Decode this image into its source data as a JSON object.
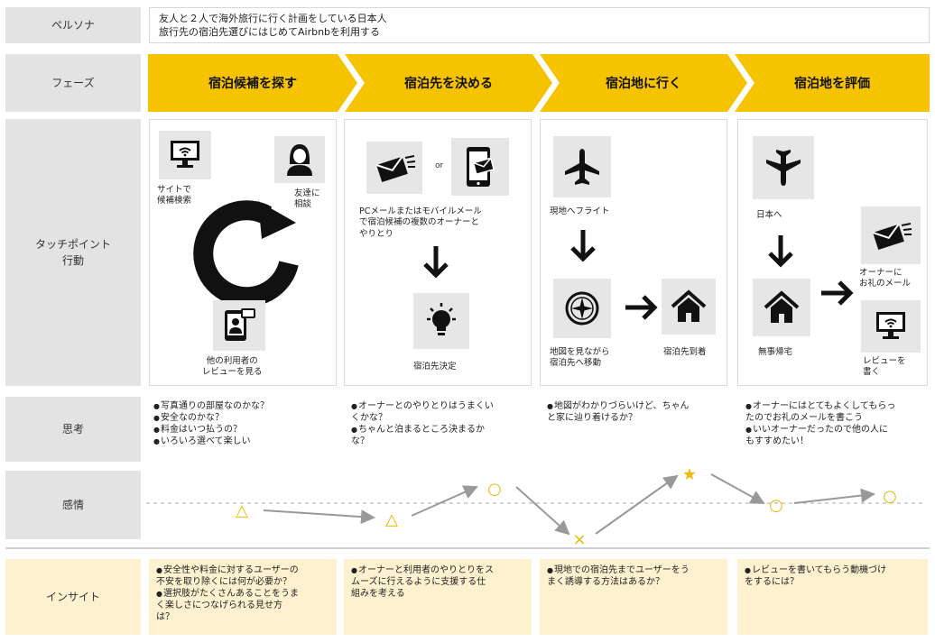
{
  "rows": {
    "persona": "ペルソナ",
    "phase": "フェーズ",
    "touchpoint": "タッチポイント\n行動",
    "thought": "思考",
    "emotion": "感情",
    "insight": "インサイト"
  },
  "persona": {
    "line1": "友人と２人で海外旅行に行く計画をしている日本人",
    "line2": "旅行先の宿泊先選びにはじめてAirbnbを利用する"
  },
  "phases": [
    "宿泊候補を探す",
    "宿泊先を決める",
    "宿泊地に行く",
    "宿泊地を評価"
  ],
  "touchpoints": {
    "p1": {
      "site": "サイトで\n候補検索",
      "friend": "友達に\n相談",
      "review": "他の利用者の\nレビューを見る"
    },
    "p2": {
      "or": "or",
      "mail": "PCメールまたはモバイルメール\nで宿泊候補の複数のオーナーと\nやりとり",
      "decide": "宿泊先決定"
    },
    "p3": {
      "flight": "現地へフライト",
      "map": "地図を見ながら\n宿泊先へ移動",
      "arrive": "宿泊先到着"
    },
    "p4": {
      "japan": "日本へ",
      "home": "無事帰宅",
      "thanks": "オーナーに\nお礼のメール",
      "review": "レビューを\n書く"
    }
  },
  "thoughts": [
    [
      "写真通りの部屋なのかな？",
      "安全なのかな？",
      "料金はいつ払うの？",
      "いろいろ選べて楽しい"
    ],
    [
      "オーナーとのやりとりはうまくい\nくかな？",
      "ちゃんと泊まるところ決まるか\nな？"
    ],
    [
      "地図がわかりづらいけど、ちゃん\nと家に辿り着けるか？"
    ],
    [
      "オーナーにはとてもよくしてもらっ\nたのでお礼のメールを書こう",
      "いいオーナーだったので他の人に\nもすすめたい！"
    ]
  ],
  "insights": [
    [
      "安全性や料金に対するユーザーの\n不安を取り除くには何が必要か？",
      "選択肢がたくさんあることをうま\nく楽しさにつなげられる見せ方\nは？"
    ],
    [
      "オーナーと利用者のやりとりをス\nムーズに行えるように支援する仕\n組みを考える"
    ],
    [
      "現地での宿泊先までユーザーをう\nまく誘導する方法はあるか？"
    ],
    [
      "レビューを書いてもらう動機づけ\nをするには？"
    ]
  ],
  "colors": {
    "accent": "#f6c300",
    "label_gray": "#e3e3e3",
    "insight_yellow": "#fdf1cf"
  },
  "emotion_levels": [
    "△",
    "△",
    "○",
    "×",
    "★",
    "○",
    "○"
  ]
}
